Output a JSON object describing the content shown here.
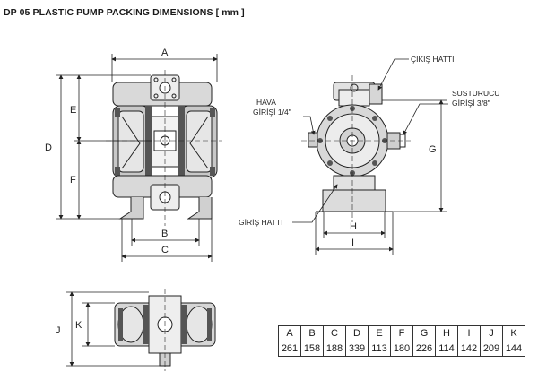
{
  "title": "DP 05 PLASTIC PUMP PACKING DIMENSIONS [ mm ]",
  "dimension_letters": {
    "a": "A",
    "b": "B",
    "c": "C",
    "d": "D",
    "e": "E",
    "f": "F",
    "g": "G",
    "h": "H",
    "i": "I",
    "j": "J",
    "k": "K"
  },
  "callouts": {
    "outlet": "ÇIKIŞ HATTI",
    "air_inlet_line1": "HAVA",
    "air_inlet_line2": "GİRİŞİ 1/4\"",
    "muffler_line1": "SUSTURUCU",
    "muffler_line2": "GİRİŞİ 3/8\"",
    "inlet": "GİRİŞ HATTI"
  },
  "table": {
    "headers": [
      "A",
      "B",
      "C",
      "D",
      "E",
      "F",
      "G",
      "H",
      "I",
      "J",
      "K"
    ],
    "values": [
      "261",
      "158",
      "188",
      "339",
      "113",
      "180",
      "226",
      "114",
      "142",
      "209",
      "144"
    ]
  }
}
